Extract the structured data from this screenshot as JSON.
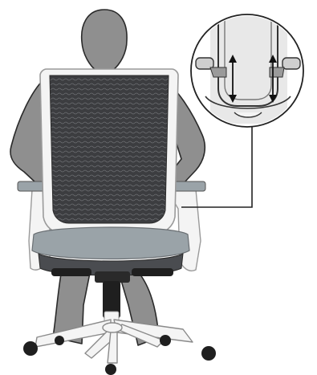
{
  "illustration": {
    "subject": "office-chair-backrest-height-adjustment",
    "colors": {
      "person_fill": "#8f8f8f",
      "person_stroke": "#2a2a2a",
      "mesh_dark": "#3c3d40",
      "mesh_light": "#6d6f73",
      "frame_white": "#f4f4f4",
      "frame_stroke": "#9a9a9a",
      "seat_grey": "#9aa3a8",
      "seat_dark": "#4a4c50",
      "caster_black": "#1f1f1f",
      "callout_line": "#222222"
    },
    "inset": {
      "arrows": [
        "up-down-arrow-left",
        "up-down-arrow-right"
      ]
    }
  }
}
